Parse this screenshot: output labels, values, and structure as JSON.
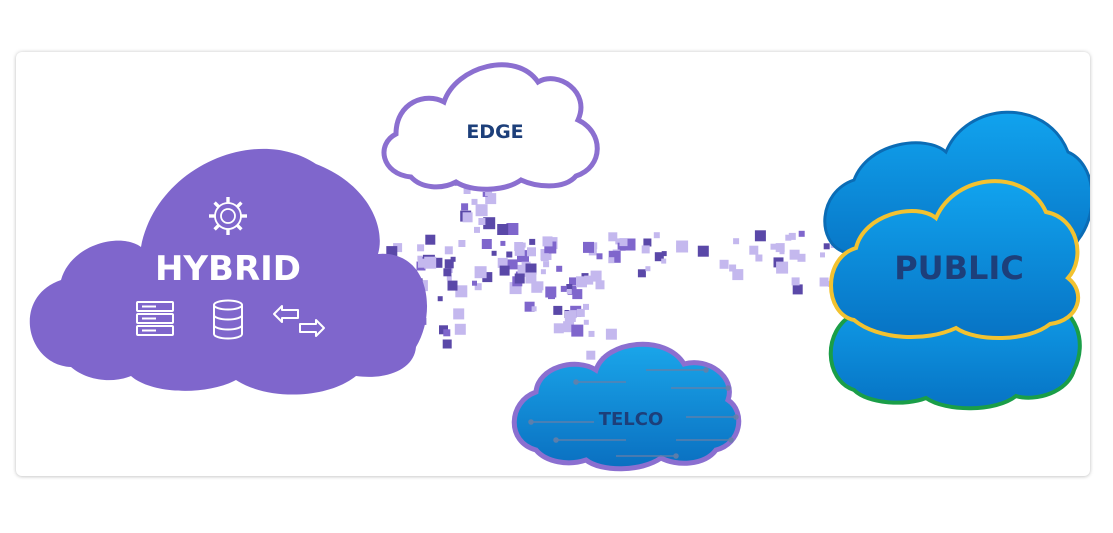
{
  "diagram": {
    "nodes": {
      "hybrid": {
        "label": "HYBRID",
        "fill": "#7f66cc",
        "icons": [
          "gear-icon",
          "server-rack-icon",
          "database-icon",
          "transfer-arrows-icon"
        ]
      },
      "edge": {
        "label": "EDGE",
        "fill": "#ffffff",
        "outline": "#8b6fd0",
        "text_color": "#1d3f7a"
      },
      "public": {
        "label": "PUBLIC",
        "fill": "#0a8fdc",
        "outline_front": "#f2c230",
        "outline_back": "#1a9e48",
        "text_color": "#1d3f7a"
      },
      "telco": {
        "label": "TELCO",
        "fill": "#0a8fdc",
        "outline": "#8b6fd0",
        "text_color": "#1d3f7a"
      }
    },
    "colors": {
      "accent_purple": "#7f66cc",
      "pixel_light": "#c4b8ee",
      "pixel_dark": "#5a48a8",
      "blue": "#0a8fdc"
    }
  }
}
